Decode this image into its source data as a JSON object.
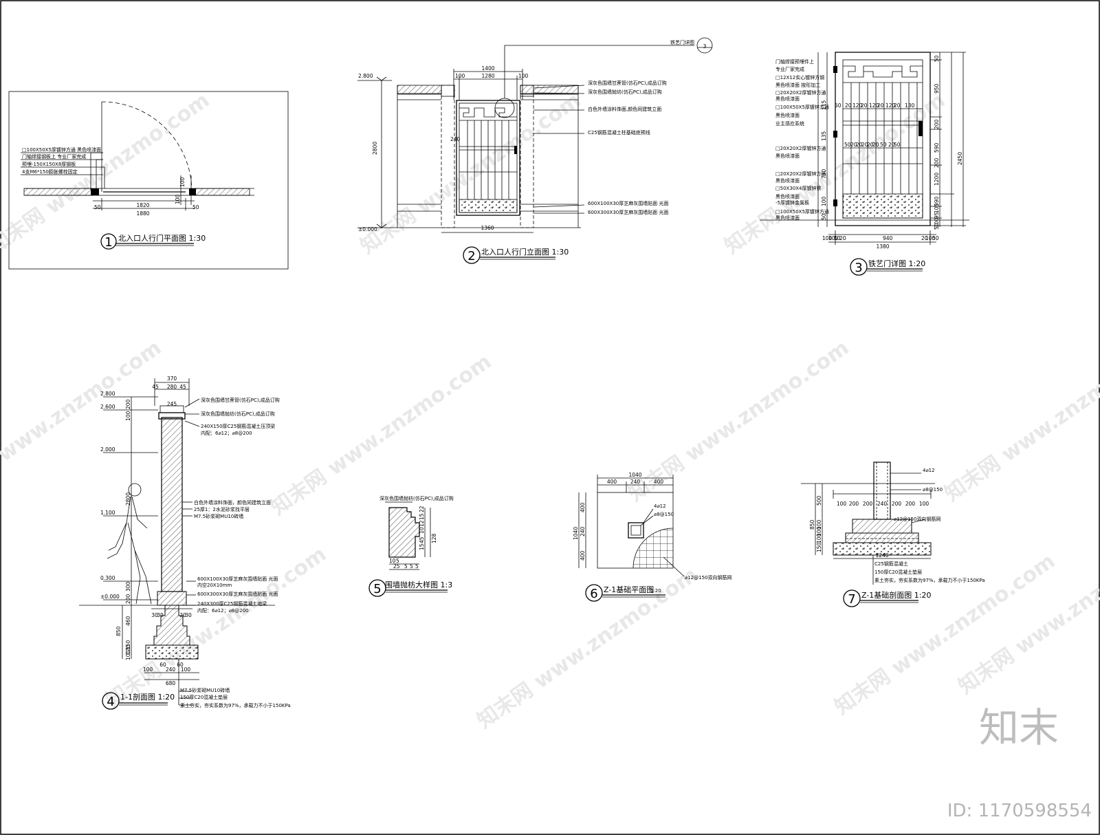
{
  "drawings": {
    "d1": {
      "num": "1",
      "title": "北入口人行门平面图 1:30",
      "notes": [
        "□100X50X5厚镀锌方通 黑色喷漆面",
        "门轴焊接钢板上 专业厂家完成",
        "预埋-150X150X8厚钢板",
        "4支M6*150膨胀螺栓固定"
      ],
      "dims": [
        "50",
        "1820",
        "1880",
        "100",
        "100",
        "50"
      ]
    },
    "d2": {
      "num": "2",
      "title": "北入口人行门立面图 1:30",
      "callout_text": "铁艺门详图",
      "callout_num": "3",
      "level_top": "2.800",
      "level_base": "±0.000",
      "dims": [
        "1400",
        "100",
        "1280",
        "100",
        "2800",
        "240",
        "1360"
      ],
      "notes": [
        "深灰色围墙甘蔗管(仿石PC),成品订购",
        "深灰色围墙抛坊(仿石PC),成品订购",
        "白色外墙涂料饰面,颜色同建筑立面",
        "C25钢筋混凝土柱基础底预线",
        "600X100X30厚芝麻灰围墙贴面 光面",
        "600X300X30厚芝麻灰围墙贴面 光面"
      ]
    },
    "d3": {
      "num": "3",
      "title": "铁艺门详图 1:20",
      "notes": [
        "门轴焊接预埋件上",
        "专业厂家完成",
        "□12X12实心镀锌方钢",
        "黑色喷漆面 按形加工",
        "□20X20X2厚镀锌方通",
        "黑色喷漆面",
        "□100X50X5厚镀锌方通",
        "黑色喷漆面",
        "业主感应系统",
        "□20X20X2厚镀锌方通",
        "黑色喷漆面",
        "□20X20X2厚镀锌方通",
        "黑色喷漆面",
        "□50X30X4厚镀锌铁",
        "黑色喷漆面",
        "-5厚镀锌金属板",
        "□100X50X5厚镀锌方通",
        "黑色喷漆面"
      ],
      "dims_bottom": [
        "100",
        "100",
        "50",
        "20",
        "940",
        "20",
        "100",
        "50",
        "1380"
      ],
      "dims_right": [
        "50",
        "950",
        "200",
        "590",
        "200",
        "1200",
        "390",
        "105",
        "95",
        "100",
        "50",
        "2450"
      ],
      "dims_left": [
        "115",
        "135",
        "770",
        "100",
        "50"
      ],
      "dims_bar1": [
        "50",
        "20",
        "120",
        "20",
        "120",
        "20",
        "120",
        "20",
        "130"
      ],
      "dims_bar2": [
        "50",
        "20",
        "20",
        "20",
        "20",
        "20",
        "50",
        "20",
        "50"
      ]
    },
    "d4": {
      "num": "4",
      "title": "1-1剖面图 1:20",
      "levels": [
        "2.800",
        "2.600",
        "2.000",
        "1.100",
        "0.300",
        "±0.000"
      ],
      "dims_top": [
        "370",
        "45",
        "280",
        "45",
        "245"
      ],
      "dims_left": [
        "200",
        "100",
        "2800",
        "300",
        "200",
        "460",
        "850",
        "150",
        "120",
        "100"
      ],
      "dims_base": [
        "30",
        "30",
        "100",
        "60",
        "240",
        "60",
        "100",
        "680",
        "20",
        "30"
      ],
      "notes_top": [
        "深灰色围墙甘蔗管(仿石PC),成品订购",
        "深灰色围墙抛坊(仿石PC),成品订购",
        "240X150厚C25钢筋混凝土压顶梁",
        "内配：6⌀12；⌀8@200"
      ],
      "notes_mid": [
        "白色外墙涂料饰面，颜色同建筑立面",
        "25厚1：2水泥砂浆找平层",
        "M7.5砂浆砌MU10砖墙"
      ],
      "notes_low": [
        "600X100X30厚芝麻灰围墙贴面 光面",
        "内空20X10mm",
        "600X300X30厚芝麻灰围墙贴面 光面",
        "240X300厚C25钢筋混凝土地梁",
        "内配：6⌀12；⌀8@200"
      ],
      "notes_bottom": [
        "M7.5砂浆砌MU10砖墙",
        "150厚C20混凝土垫层",
        "素土夯实，夯实系数为97%，承载力不小于150KPa"
      ]
    },
    "d5": {
      "num": "5",
      "title": "围墙抛枋大样图 1:3",
      "note": "深灰色围墙抛枋(仿石PC),成品订购",
      "dims_right": [
        "22",
        "15",
        "12",
        "10",
        "45",
        "15",
        "128"
      ],
      "dims_bottom": [
        "10",
        "5",
        "25",
        "5",
        "5",
        "5"
      ]
    },
    "d6": {
      "num": "6",
      "title": "Z-1基础平面图",
      "scale": "1:20",
      "dims_top": [
        "1040",
        "400",
        "240",
        "400"
      ],
      "dims_left": [
        "400",
        "240",
        "400",
        "1040"
      ],
      "notes": [
        "4⌀12",
        "⌀8@150",
        "⌀12@150双向钢筋网"
      ]
    },
    "d7": {
      "num": "7",
      "title": "Z-1基础剖面图 1:20",
      "dims_top": [
        "100",
        "200",
        "200",
        "240",
        "200",
        "200",
        "100"
      ],
      "dims_left": [
        "500",
        "100",
        "100",
        "100",
        "150",
        "850"
      ],
      "dims_bottom": [
        "1240"
      ],
      "notes_right": [
        "4⌀12",
        "⌀8@150",
        "⌀12@150双向钢筋网"
      ],
      "notes_bottom": [
        "C25钢筋混凝土",
        "150厚C20混凝土垫层",
        "素土夯实，夯实系数为97%，承载力不小于150KPa"
      ]
    }
  },
  "watermark": {
    "site": "www.znzmo.com",
    "brand": "知末网",
    "logo": "知末",
    "id": "ID: 1170598554"
  }
}
